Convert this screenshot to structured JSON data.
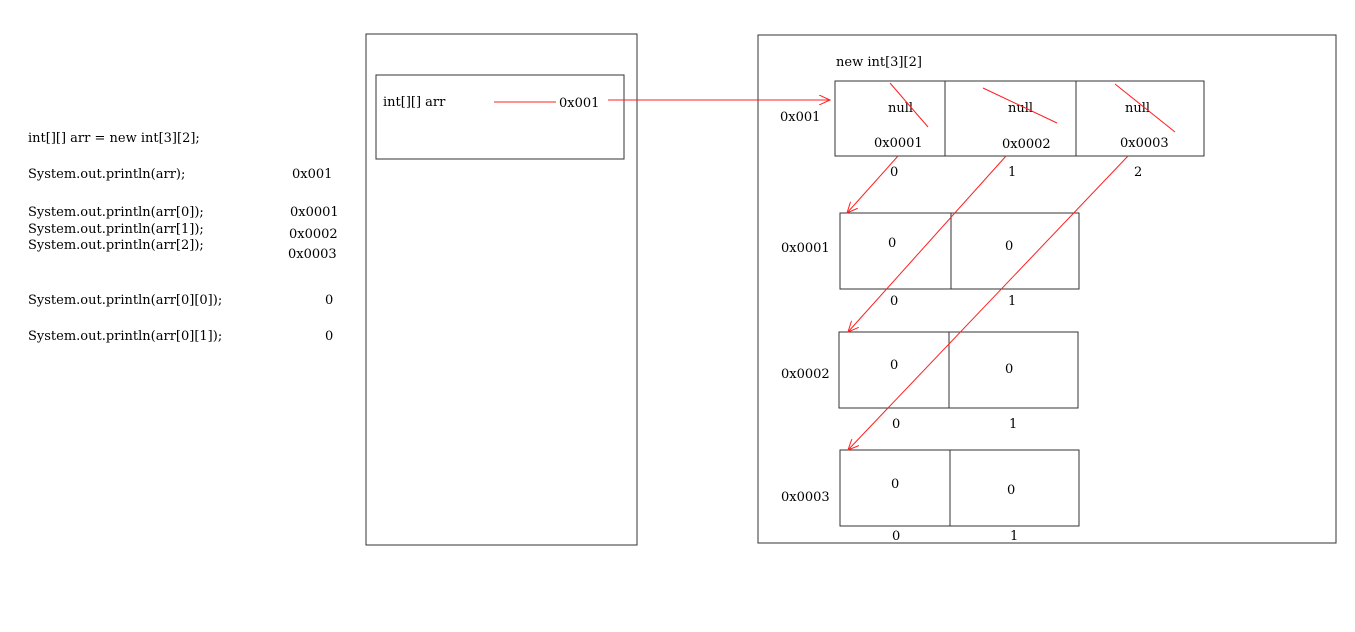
{
  "code": {
    "lines": [
      {
        "stmt": "int[][] arr = new int[3][2];",
        "out": ""
      },
      {
        "stmt": "System.out.println(arr);",
        "out": "0x001"
      },
      {
        "stmt": "System.out.println(arr[0]);",
        "out": "0x0001"
      },
      {
        "stmt": "System.out.println(arr[1]);",
        "out": "0x0002"
      },
      {
        "stmt": "System.out.println(arr[2]);",
        "out": "0x0003"
      },
      {
        "stmt": "System.out.println(arr[0][0]);",
        "out": "0"
      },
      {
        "stmt": "System.out.println(arr[0][1]);",
        "out": "0"
      }
    ]
  },
  "stack": {
    "var_label": "int[][] arr",
    "var_value": "0x001"
  },
  "heap": {
    "title": "new int[3][2]",
    "outer": {
      "addr": "0x001",
      "cells": [
        {
          "old": "null",
          "ref": "0x0001",
          "index": "0"
        },
        {
          "old": "null",
          "ref": "0x0002",
          "index": "1"
        },
        {
          "old": "null",
          "ref": "0x0003",
          "index": "2"
        }
      ]
    },
    "inner": [
      {
        "addr": "0x0001",
        "values": [
          "0",
          "0"
        ],
        "indices": [
          "0",
          "1"
        ]
      },
      {
        "addr": "0x0002",
        "values": [
          "0",
          "0"
        ],
        "indices": [
          "0",
          "1"
        ]
      },
      {
        "addr": "0x0003",
        "values": [
          "0",
          "0"
        ],
        "indices": [
          "0",
          "1"
        ]
      }
    ]
  },
  "colors": {
    "arrow": "#ff2020",
    "border": "#333333"
  }
}
